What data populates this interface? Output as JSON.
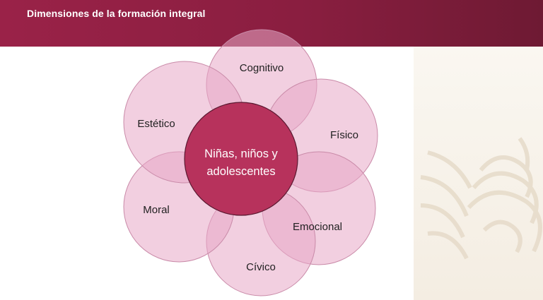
{
  "header": {
    "title": "Dimensiones de la formación integral"
  },
  "diagram": {
    "center": {
      "label_line1": "Niñas, niños y",
      "label_line2": "adolescentes",
      "color": "#b7325c"
    },
    "petal_color": "#e8a8c6",
    "petals": [
      {
        "id": "cognitivo",
        "label": "Cognitivo"
      },
      {
        "id": "fisico",
        "label": "Físico"
      },
      {
        "id": "emocional",
        "label": "Emocional"
      },
      {
        "id": "civico",
        "label": "Cívico"
      },
      {
        "id": "moral",
        "label": "Moral"
      },
      {
        "id": "estetico",
        "label": "Estético"
      }
    ]
  },
  "colors": {
    "header_bg": "#8a1e40",
    "side_panel_bg": "#f6f1e8"
  }
}
